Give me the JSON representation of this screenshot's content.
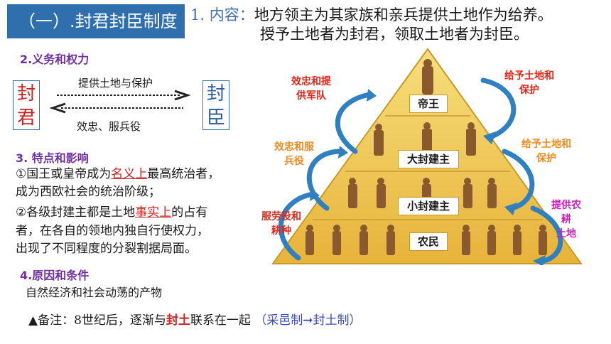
{
  "title": "（一）.封君封臣制度",
  "content": {
    "label": "1. 内容：",
    "line1": "地方领主为其家族和亲兵提供土地作为给养。",
    "line2": "授予土地者为封君，领取土地者为封臣。"
  },
  "rights": {
    "heading": "2.义务和权力",
    "lord": "封\n君",
    "vassal": "封\n臣",
    "top_label": "提供土地与保护",
    "bottom_label": "效忠、服兵役"
  },
  "traits": {
    "heading": "3. 特点和影响",
    "line1_pre": "①国王或皇帝成为",
    "line1_em": "名义上",
    "line1_post": "最高统治者，",
    "line2": "成为西欧社会的统治阶级；",
    "line3_pre": "②各级封建主都是土地",
    "line3_em": "事实上",
    "line3_post": "的占有",
    "line4": "者，在各自的领地内独自行使权力，",
    "line5": "出现了不同程度的分裂割据局面。"
  },
  "causes": {
    "heading": "4.原因和条件",
    "text": "自然经济和社会动荡的产物"
  },
  "note": {
    "pre": "▲备注：8世纪后，逐渐与",
    "em": "封土",
    "mid": "联系在一起  ",
    "paren": "（采邑制➞封土制）"
  },
  "pyramid": {
    "levels": [
      "帝王",
      "大封建主",
      "小封建主",
      "农民"
    ],
    "left_labels": [
      "效忠和提\n供军队",
      "效忠和服\n兵役",
      "服劳役和\n耕种"
    ],
    "right_labels": [
      "给予土地和\n保护",
      "给予土地和\n保护",
      "提供农耕\n土地"
    ]
  },
  "colors": {
    "title_bg": "#2f6fae",
    "accent_purple": "#7030a0",
    "red": "#d22020",
    "pyramid_gold": "#f2c94c",
    "arrow_blue": "#2f7fc1"
  }
}
